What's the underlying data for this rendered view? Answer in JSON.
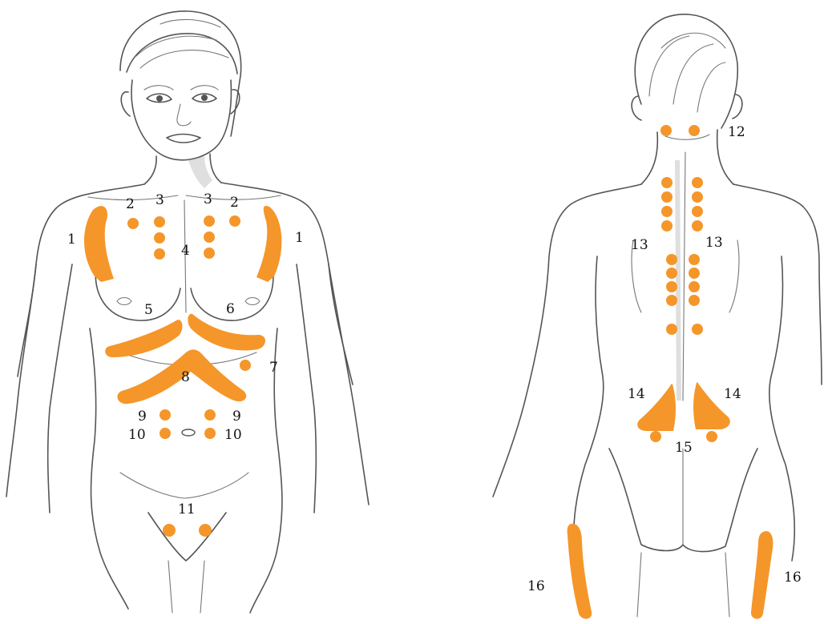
{
  "colors": {
    "zone": "#F5962A",
    "ink": "#555555",
    "background": "#ffffff"
  },
  "front": {
    "labels": {
      "l1": "1",
      "r1": "1",
      "l2": "2",
      "r2": "2",
      "l3": "3",
      "r3": "3",
      "c4": "4",
      "c5": "5",
      "c6": "6",
      "c7": "7",
      "c8": "8",
      "l9": "9",
      "r9": "9",
      "l10": "10",
      "r10": "10",
      "c11": "11"
    }
  },
  "back": {
    "labels": {
      "c12": "12",
      "l13": "13",
      "r13": "13",
      "l14": "14",
      "r14": "14",
      "c15": "15",
      "l16": "16",
      "r16": "16"
    }
  }
}
